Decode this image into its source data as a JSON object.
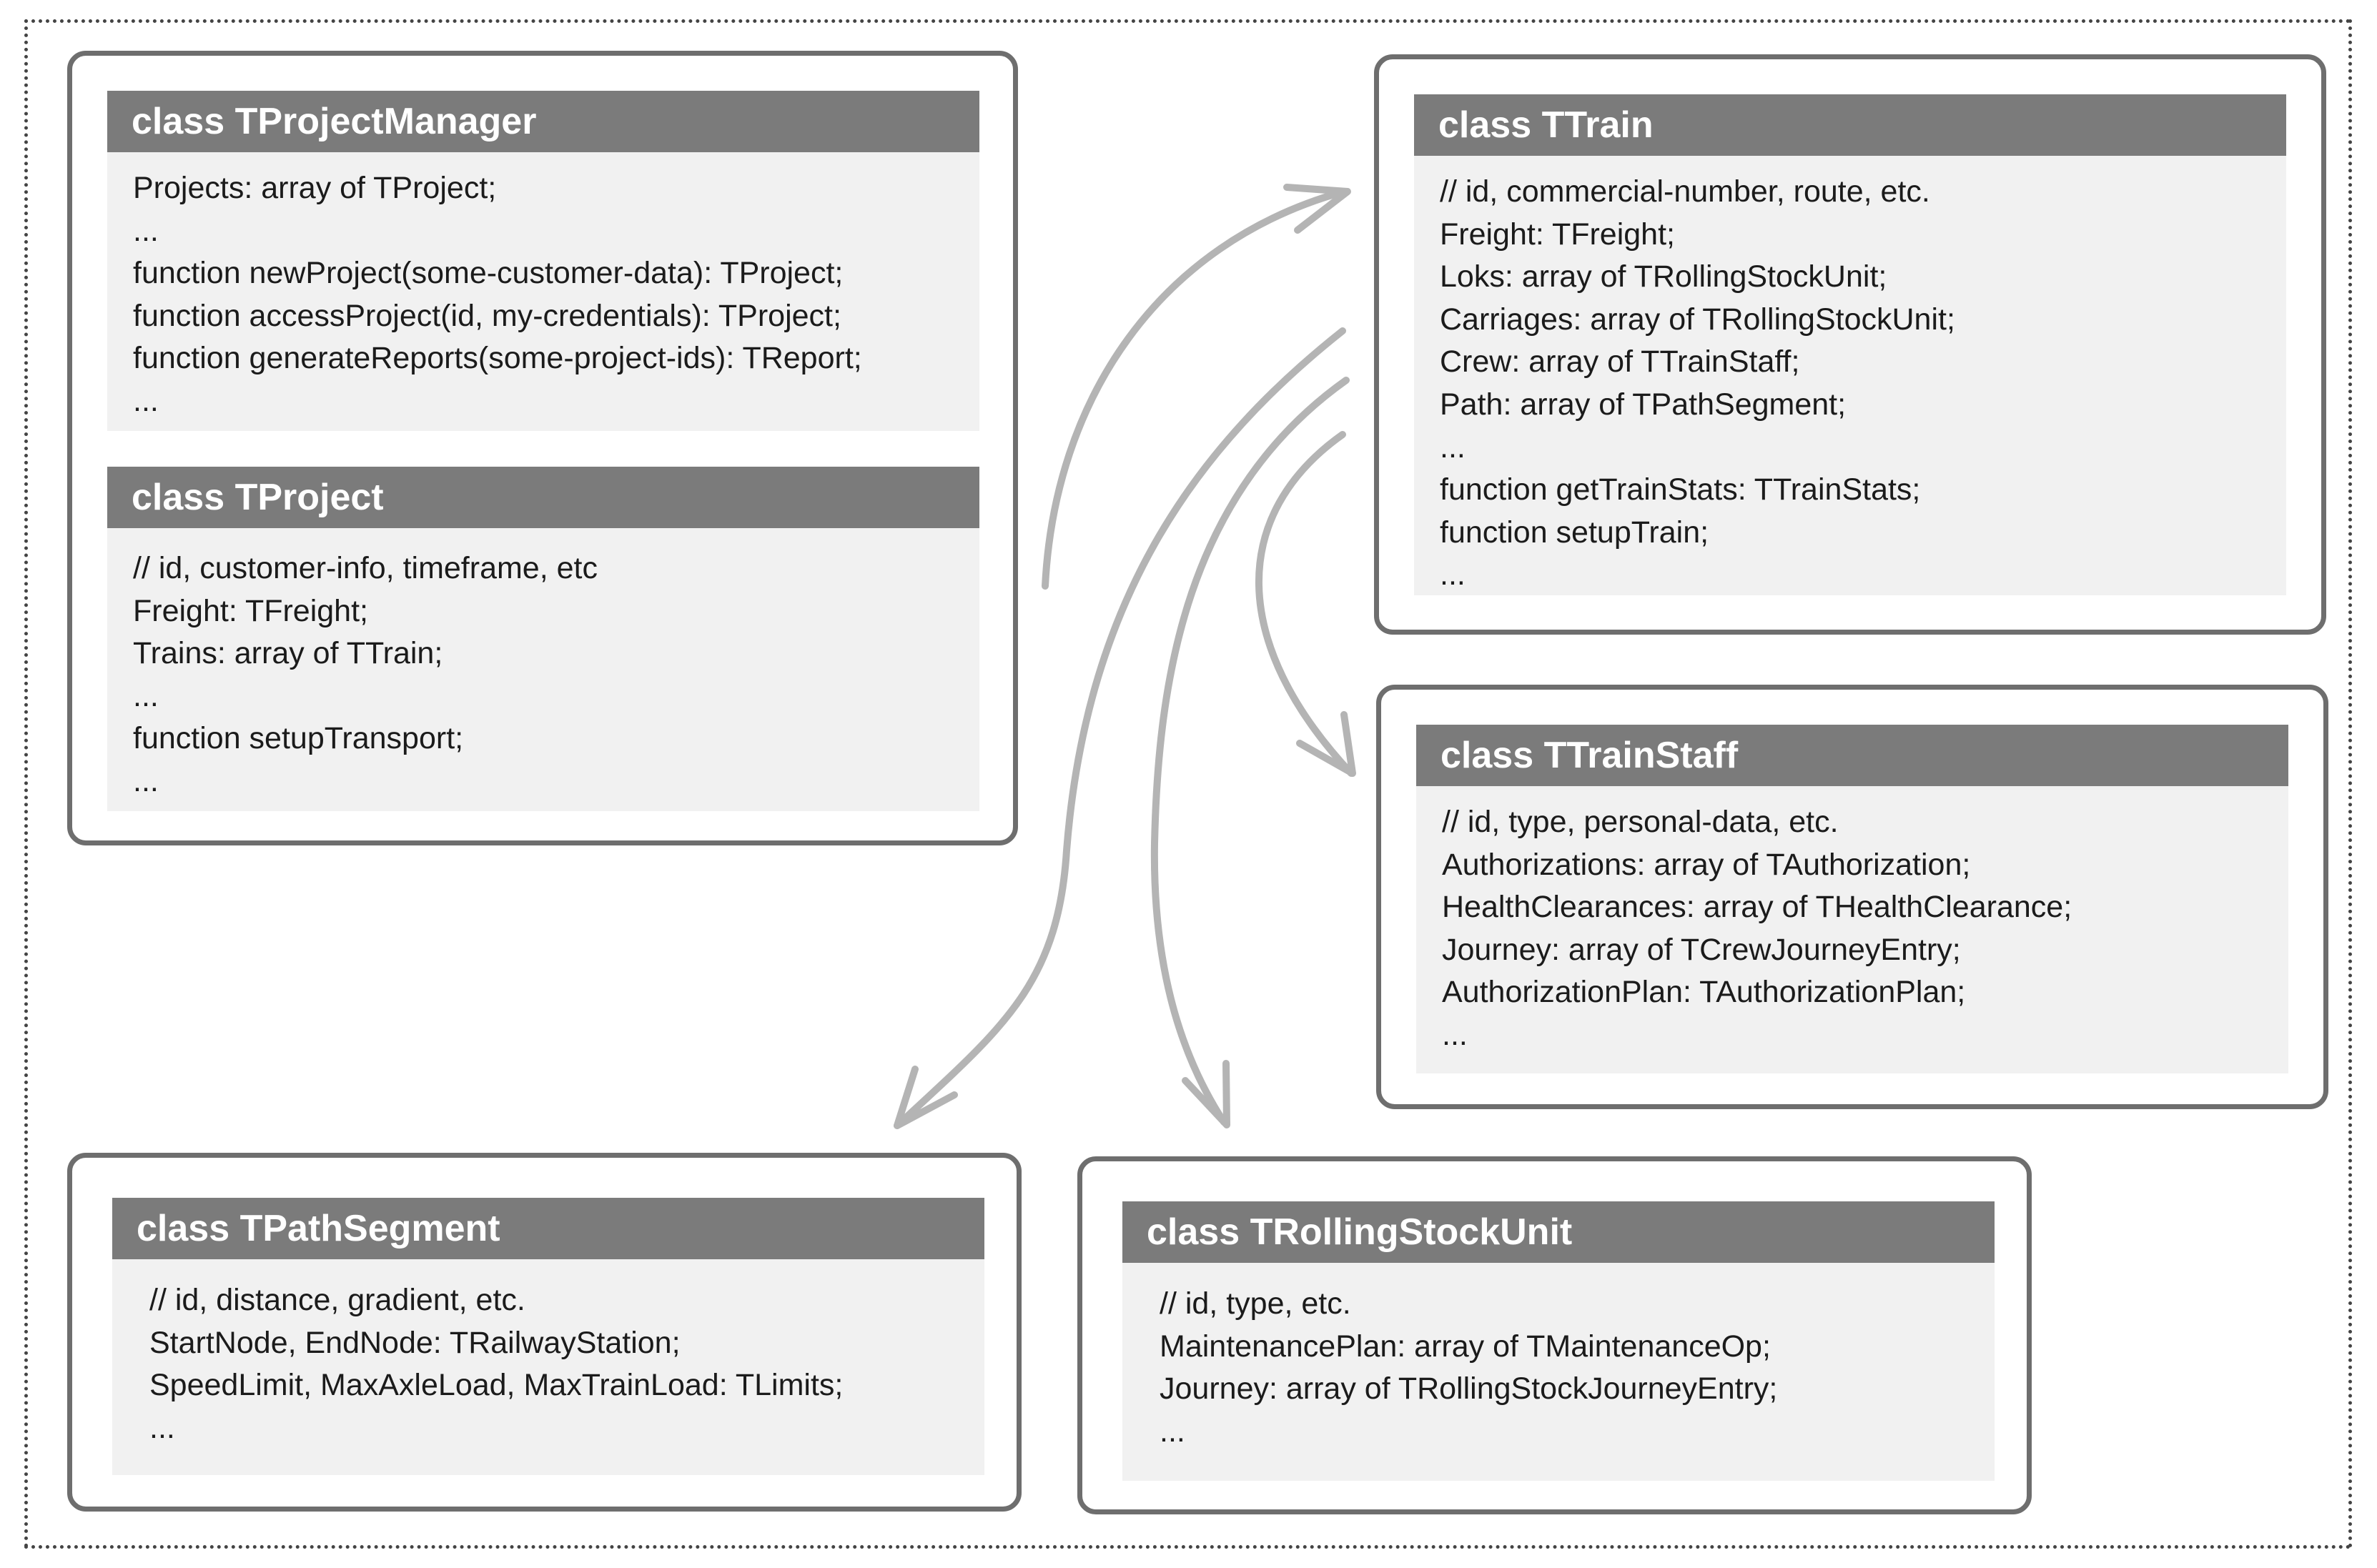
{
  "classes": [
    {
      "id": "tprojectmanager",
      "title": "class TProjectManager",
      "lines": [
        "Projects: array of TProject;",
        "...",
        "function newProject(some-customer-data): TProject;",
        "function accessProject(id, my-credentials): TProject;",
        "function generateReports(some-project-ids): TReport;",
        "..."
      ]
    },
    {
      "id": "tproject",
      "title": "class TProject",
      "lines": [
        "// id, customer-info, timeframe, etc",
        "Freight: TFreight;",
        "Trains: array of TTrain;",
        "...",
        "function setupTransport;",
        "..."
      ]
    },
    {
      "id": "ttrain",
      "title": "class TTrain",
      "lines": [
        "// id, commercial-number, route, etc.",
        "Freight: TFreight;",
        "Loks: array of TRollingStockUnit;",
        "Carriages: array of TRollingStockUnit;",
        "Crew: array of TTrainStaff;",
        "Path: array of TPathSegment;",
        "...",
        "function getTrainStats: TTrainStats;",
        "function setupTrain;",
        "..."
      ]
    },
    {
      "id": "ttrainstaff",
      "title": "class TTrainStaff",
      "lines": [
        "// id, type, personal-data, etc.",
        "Authorizations: array of TAuthorization;",
        "HealthClearances: array of THealthClearance;",
        "Journey: array of TCrewJourneyEntry;",
        "AuthorizationPlan: TAuthorizationPlan;",
        "..."
      ]
    },
    {
      "id": "tpathsegment",
      "title": "class TPathSegment",
      "lines": [
        "// id, distance, gradient, etc.",
        "StartNode, EndNode: TRailwayStation;",
        "SpeedLimit, MaxAxleLoad, MaxTrainLoad: TLimits;",
        "..."
      ]
    },
    {
      "id": "trollingstockunit",
      "title": "class TRollingStockUnit",
      "lines": [
        "// id, type, etc.",
        "MaintenancePlan: array of TMaintenanceOp;",
        "Journey: array of TRollingStockJourneyEntry;",
        "..."
      ]
    }
  ],
  "colors": {
    "header_bg": "#7b7b7b",
    "panel_bg": "#f1f1f1",
    "box_border": "#6e6e6e",
    "arrow": "#b4b4b4"
  }
}
